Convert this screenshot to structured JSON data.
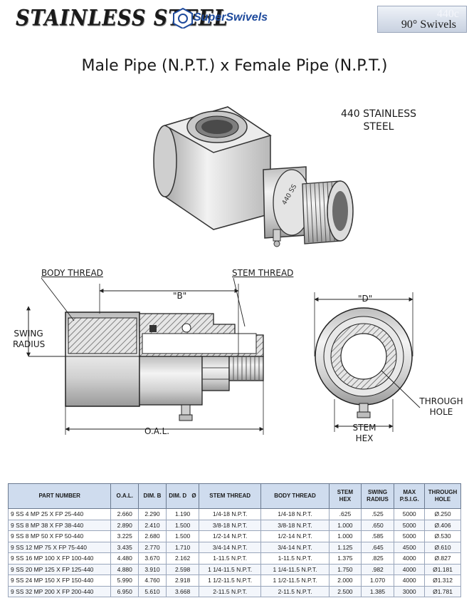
{
  "header": {
    "brand": "STAINLESS STEEL",
    "logo_text": "SuperSwivels",
    "series_code": "440c",
    "series_name": "90° Swivels"
  },
  "title": "Male Pipe (N.P.T.) x Female Pipe (N.P.T.)",
  "material": {
    "line1": "440 STAINLESS",
    "line2": "STEEL"
  },
  "part_marking": "440 SS",
  "labels": {
    "body_thread": "BODY THREAD",
    "stem_thread": "STEM THREAD",
    "dim_b": "\"B\"",
    "dim_d": "\"D\"",
    "swing_radius_1": "SWING",
    "swing_radius_2": "RADIUS",
    "oal": "O.A.L.",
    "through_hole_1": "THROUGH",
    "through_hole_2": "HOLE",
    "stem_hex_1": "STEM",
    "stem_hex_2": "HEX"
  },
  "table": {
    "headers": [
      "PART NUMBER",
      "O.A.L.",
      "DIM. B",
      "DIM. D",
      "Ø",
      "STEM THREAD",
      "BODY THREAD",
      "STEM HEX",
      "SWING RADIUS",
      "MAX P.S.I.G.",
      "THROUGH HOLE"
    ],
    "rows": [
      [
        "9 SS 4 MP 25 X FP 25-440",
        "2.660",
        "2.290",
        "1.190",
        "1/4-18 N.P.T.",
        "1/4-18 N.P.T.",
        ".625",
        ".525",
        "5000",
        "Ø.250"
      ],
      [
        "9 SS 8 MP 38 X FP 38-440",
        "2.890",
        "2.410",
        "1.500",
        "3/8-18 N.P.T.",
        "3/8-18 N.P.T.",
        "1.000",
        ".650",
        "5000",
        "Ø.406"
      ],
      [
        "9 SS 8 MP 50 X FP 50-440",
        "3.225",
        "2.680",
        "1.500",
        "1/2-14 N.P.T.",
        "1/2-14 N.P.T.",
        "1.000",
        ".585",
        "5000",
        "Ø.530"
      ],
      [
        "9 SS 12 MP 75 X FP 75-440",
        "3.435",
        "2.770",
        "1.710",
        "3/4-14 N.P.T.",
        "3/4-14 N.P.T.",
        "1.125",
        ".645",
        "4500",
        "Ø.610"
      ],
      [
        "9 SS 16 MP 100 X FP 100-440",
        "4.480",
        "3.670",
        "2.162",
        "1-11.5 N.P.T.",
        "1-11.5 N.P.T.",
        "1.375",
        ".825",
        "4000",
        "Ø.827"
      ],
      [
        "9 SS 20 MP 125 X FP 125-440",
        "4.880",
        "3.910",
        "2.598",
        "1 1/4-11.5 N.P.T.",
        "1 1/4-11.5 N.P.T.",
        "1.750",
        ".982",
        "4000",
        "Ø1.181"
      ],
      [
        "9 SS 24 MP 150 X FP 150-440",
        "5.990",
        "4.760",
        "2.918",
        "1 1/2-11.5 N.P.T.",
        "1 1/2-11.5 N.P.T.",
        "2.000",
        "1.070",
        "4000",
        "Ø1.312"
      ],
      [
        "9 SS 32 MP 200 X FP 200-440",
        "6.950",
        "5.610",
        "3.668",
        "2-11.5 N.P.T.",
        "2-11.5 N.P.T.",
        "2.500",
        "1.385",
        "3000",
        "Ø1.781"
      ]
    ]
  },
  "colors": {
    "header_band": "#cfdcee",
    "logo_blue": "#1e4a9c",
    "metal": "#d9d9d9"
  }
}
